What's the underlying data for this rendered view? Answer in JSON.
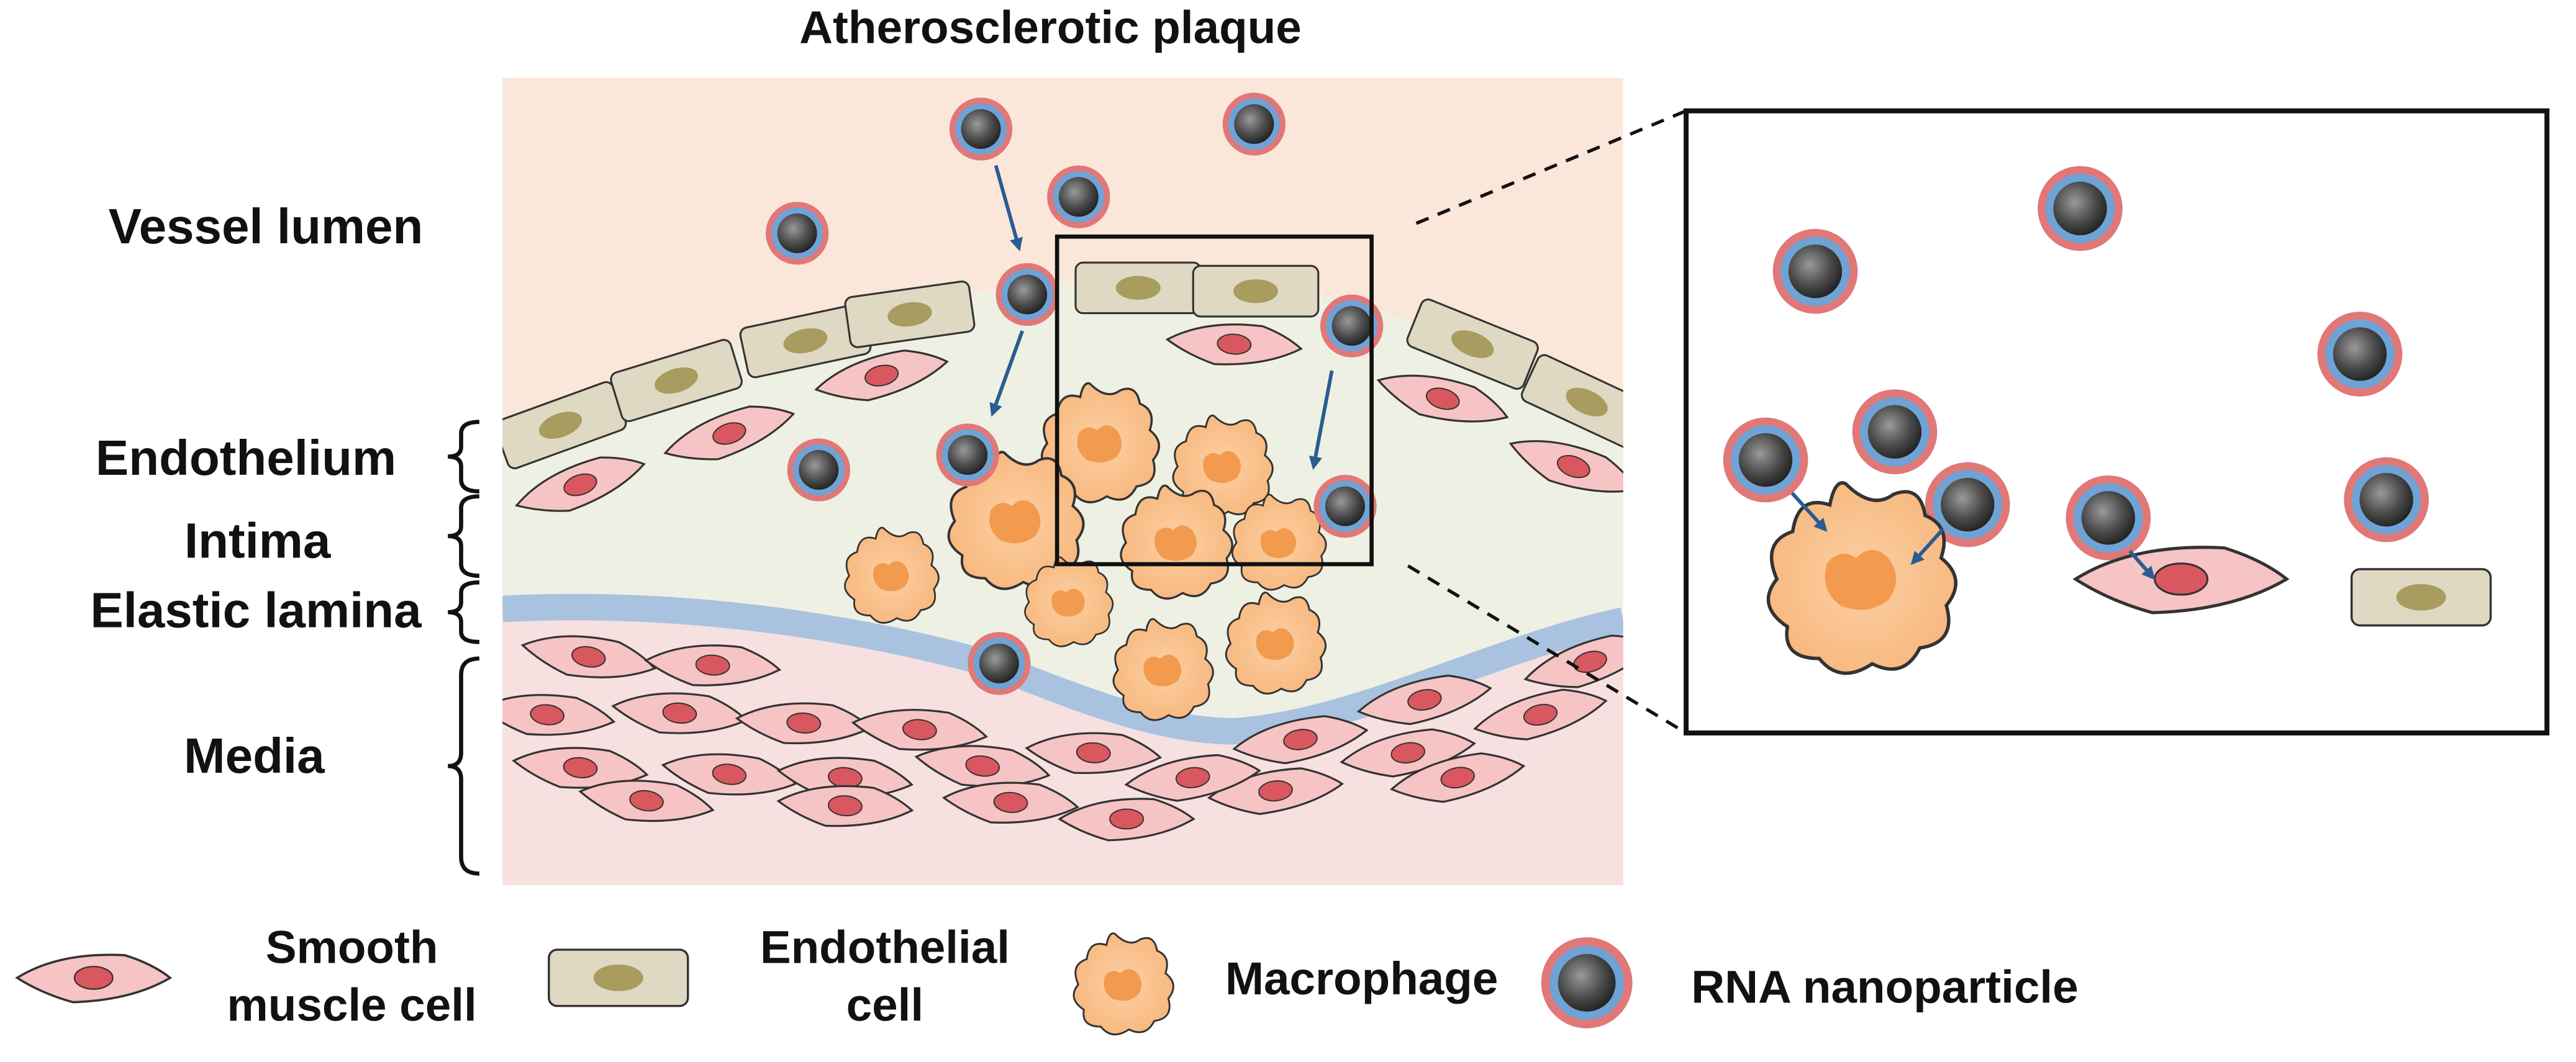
{
  "title": "Atherosclerotic plaque",
  "layers": {
    "vessel_lumen": "Vessel lumen",
    "endothelium": "Endothelium",
    "intima": "Intima",
    "elastic_lamina": "Elastic lamina",
    "media": "Media"
  },
  "legend": {
    "smooth_muscle_line1": "Smooth",
    "smooth_muscle_line2": "muscle cell",
    "endothelial_line1": "Endothelial",
    "endothelial_line2": "cell",
    "macrophage": "Macrophage",
    "nanoparticle": "RNA nanoparticle"
  },
  "colors": {
    "lumen": "#FBE6DA",
    "intima": "#EEF0E3",
    "media": "#F6E0E0",
    "elastic_lamina": "#A9C2E0",
    "smc_fill": "#F6C4C4",
    "smc_nucleus": "#D9575F",
    "endo_fill": "#DFD8C2",
    "endo_nucleus": "#A89C5E",
    "macrophage_fill": "#F9BE86",
    "macrophage_nucleus": "#F29A4E",
    "np_outer": "#E07878",
    "np_ring": "#6FA3D6",
    "np_core": "#444444",
    "arrow": "#2A5C91"
  }
}
